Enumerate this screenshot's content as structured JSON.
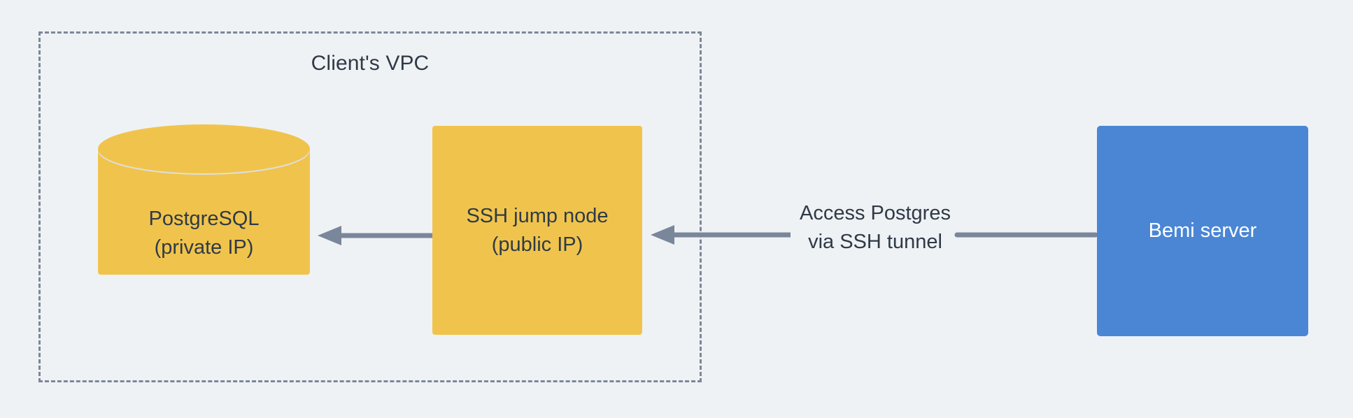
{
  "diagram": {
    "title": "Client's VPC",
    "background_color": "#eff2f5",
    "accent_yellow": "#f0c44c",
    "accent_blue": "#4a86d4",
    "connector_color": "#7a869a",
    "border_color": "#7c8798",
    "text_color": "#2f3a46"
  },
  "vpc": {
    "label": "Client's VPC"
  },
  "nodes": {
    "database": {
      "line1": "PostgreSQL",
      "line2": "(private IP)",
      "shape": "cylinder",
      "color": "#f0c44c"
    },
    "jump_node": {
      "line1": "SSH jump node",
      "line2": "(public IP)",
      "shape": "rectangle",
      "color": "#f0c44c"
    },
    "bemi_server": {
      "line1": "Bemi server",
      "shape": "rectangle",
      "color": "#4a86d4"
    }
  },
  "edges": {
    "bemi_to_jump": {
      "line1": "Access Postgres",
      "line2": "via SSH tunnel"
    }
  }
}
